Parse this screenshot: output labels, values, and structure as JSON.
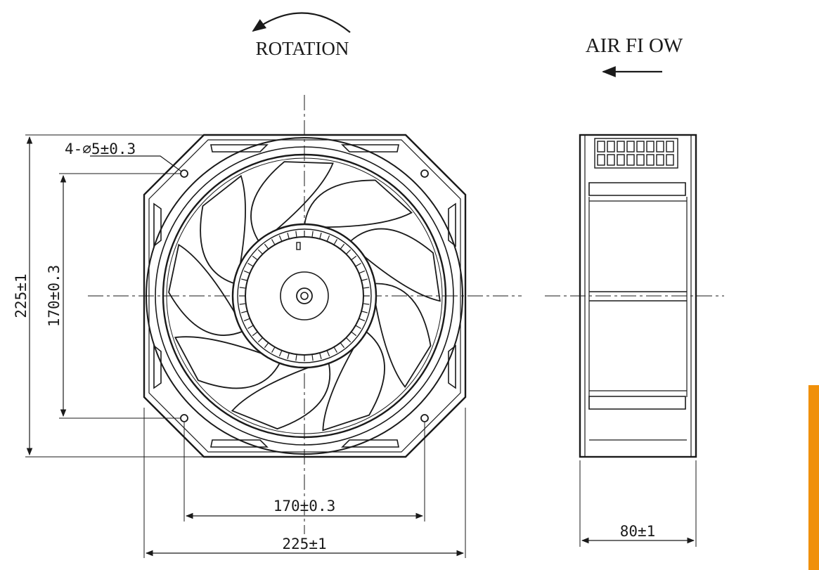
{
  "labels": {
    "rotation": "ROTATION",
    "airflow": "AIR FI OW",
    "holes": "4-⌀5±0.3",
    "height_outer": "225±1",
    "height_inner": "170±0.3",
    "width_inner": "170±0.3",
    "width_outer": "225±1",
    "depth": "80±1"
  },
  "colors": {
    "line": "#1a1a1a",
    "accent_bar": "#f0900a"
  },
  "blade_count": 9
}
